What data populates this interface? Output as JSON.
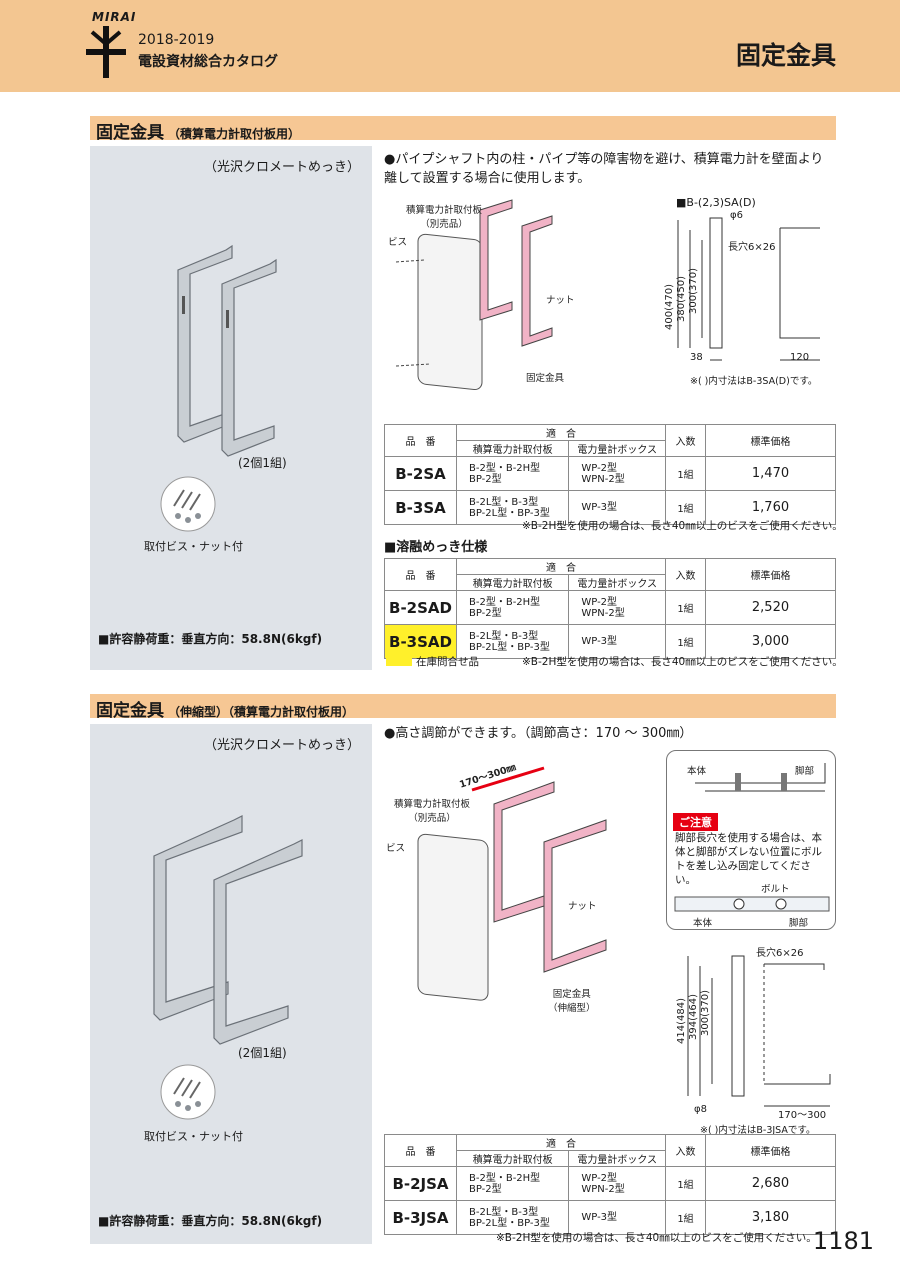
{
  "header": {
    "brand": "MIRAI",
    "year": "2018-2019",
    "catalog": "電設資材総合カタログ",
    "page_title": "固定金具"
  },
  "section1": {
    "title": "固定金具",
    "subtitle": "（積算電力計取付板用）",
    "plating": "（光沢クロメートめっき）",
    "pair_note": "(2個1組)",
    "parts_caption": "取付ビス・ナット付",
    "load": "■許容静荷重：垂直方向：58.8N(6kgf)",
    "bullet": "●パイプシャフト内の柱・パイプ等の障害物を避け、積算電力計を壁面より離して設置する場合に使用します。",
    "diagram_labels": {
      "board": "積算電力計取付板\n（別売品）",
      "screw": "ビス",
      "nut": "ナット",
      "bracket": "固定金具"
    },
    "dims": {
      "model": "■B-(2,3)SA(D)",
      "phi": "φ6",
      "slot": "長穴6×26",
      "h1": "400(470)",
      "h2": "380(450)",
      "h3": "300(370)",
      "w1": "38",
      "w2": "120",
      "note": "※(  )内寸法はB-3SA(D)です。"
    },
    "table_headers": {
      "code": "品　番",
      "fit": "適　合",
      "fit_board": "積算電力計取付板",
      "fit_box": "電力量計ボックス",
      "qty": "入数",
      "price": "標準価格"
    },
    "rows": [
      {
        "code": "B-2SA",
        "board": "B-2型・B-2H型\nBP-2型",
        "box": "WP-2型\nWPN-2型",
        "qty": "1組",
        "price": "1,470"
      },
      {
        "code": "B-3SA",
        "board": "B-2L型・B-3型\nBP-2L型・BP-3型",
        "box": "WP-3型",
        "qty": "1組",
        "price": "1,760"
      }
    ],
    "table_note": "※B-2H型を使用の場合は、長さ40㎜以上のビスをご使用ください。",
    "hot_dip_head": "■溶融めっき仕様",
    "hot_rows": [
      {
        "code": "B-2SAD",
        "board": "B-2型・B-2H型\nBP-2型",
        "box": "WP-2型\nWPN-2型",
        "qty": "1組",
        "price": "2,520",
        "highlight": false
      },
      {
        "code": "B-3SAD",
        "board": "B-2L型・B-3型\nBP-2L型・BP-3型",
        "box": "WP-3型",
        "qty": "1組",
        "price": "3,000",
        "highlight": true
      }
    ],
    "legend": "在庫問合せ品",
    "hot_note": "※B-2H型を使用の場合は、長さ40㎜以上のビスをご使用ください。"
  },
  "section2": {
    "title": "固定金具",
    "subtitle": "（伸縮型）（積算電力計取付板用）",
    "plating": "（光沢クロメートめっき）",
    "pair_note": "(2個1組)",
    "parts_caption": "取付ビス・ナット付",
    "load": "■許容静荷重：垂直方向：58.8N(6kgf)",
    "bullet": "●高さ調節ができます。（調節高さ：170 〜 300㎜）",
    "diagram_labels": {
      "range": "170〜300㎜",
      "board": "積算電力計取付板\n（別売品）",
      "screw": "ビス",
      "nut": "ナット",
      "bracket": "固定金具\n（伸縮型）"
    },
    "caution": {
      "body_label": "本体",
      "leg_label": "脚部",
      "tag": "ご注意",
      "text": "脚部長穴を使用する場合は、本体と脚部がズレない位置にボルトを差し込み固定してください。",
      "bolt": "ボルト",
      "body_label2": "本体",
      "leg_label2": "脚部"
    },
    "dims": {
      "slot": "長穴6×26",
      "h1": "414(484)",
      "h2": "394(464)",
      "h3": "300(370)",
      "phi": "φ8",
      "w": "170〜300",
      "note": "※(  )内寸法はB-3JSAです。"
    },
    "table_headers": {
      "code": "品　番",
      "fit": "適　合",
      "fit_board": "積算電力計取付板",
      "fit_box": "電力量計ボックス",
      "qty": "入数",
      "price": "標準価格"
    },
    "rows": [
      {
        "code": "B-2JSA",
        "board": "B-2型・B-2H型\nBP-2型",
        "box": "WP-2型\nWPN-2型",
        "qty": "1組",
        "price": "2,680"
      },
      {
        "code": "B-3JSA",
        "board": "B-2L型・B-3型\nBP-2L型・BP-3型",
        "box": "WP-3型",
        "qty": "1組",
        "price": "3,180"
      }
    ],
    "table_note": "※B-2H型を使用の場合は、長さ40㎜以上のビスをご使用ください。"
  },
  "page_number": "1181"
}
